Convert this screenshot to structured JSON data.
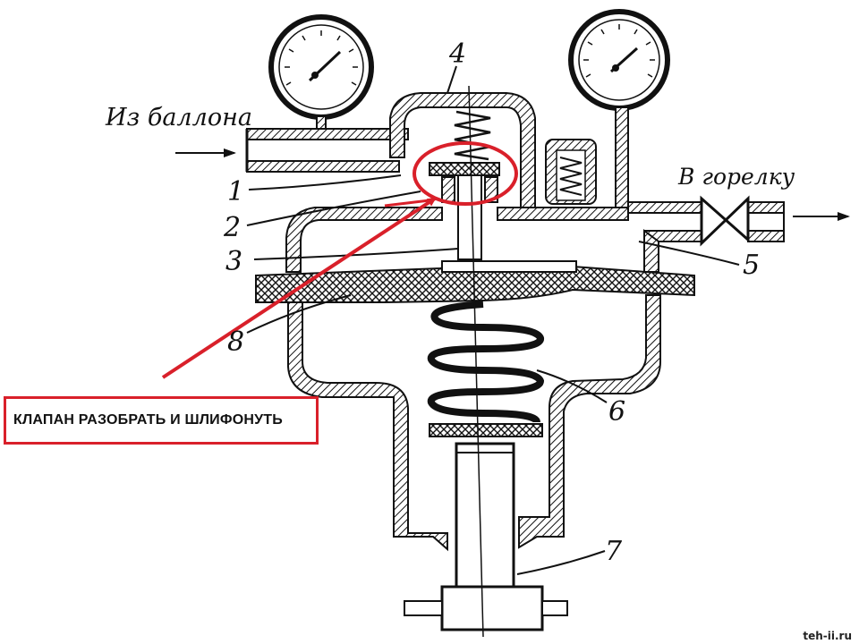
{
  "labels": {
    "inlet": "Из баллона",
    "outlet": "В горелку"
  },
  "part_numbers": {
    "n1": "1",
    "n2": "2",
    "n3": "3",
    "n4": "4",
    "n5": "5",
    "n6": "6",
    "n7": "7",
    "n8": "8"
  },
  "callout": {
    "text": "КЛАПАН РАЗОБРАТЬ И ШЛИФОНУТЬ"
  },
  "watermark": "teh-ii.ru",
  "colors": {
    "ink": "#111111",
    "accent": "#d9202a",
    "background": "#ffffff"
  }
}
